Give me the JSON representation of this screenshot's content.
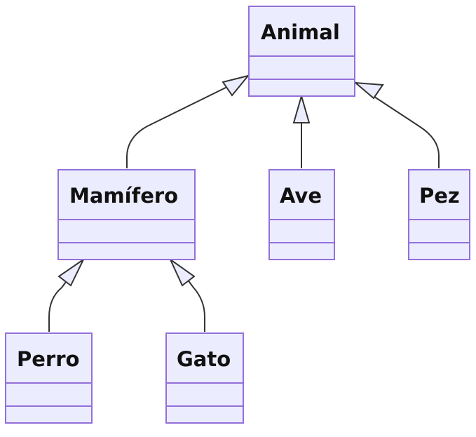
{
  "diagram": {
    "type": "class-inheritance",
    "classes": {
      "animal": "Animal",
      "mamifero": "Mamífero",
      "ave": "Ave",
      "pez": "Pez",
      "perro": "Perro",
      "gato": "Gato"
    },
    "relations": [
      {
        "from": "Mamífero",
        "to": "Animal",
        "kind": "inheritance"
      },
      {
        "from": "Ave",
        "to": "Animal",
        "kind": "inheritance"
      },
      {
        "from": "Pez",
        "to": "Animal",
        "kind": "inheritance"
      },
      {
        "from": "Perro",
        "to": "Mamífero",
        "kind": "inheritance"
      },
      {
        "from": "Gato",
        "to": "Mamífero",
        "kind": "inheritance"
      }
    ],
    "colors": {
      "box_fill": "#ECECFF",
      "box_stroke": "#9370DB",
      "edge": "#333333",
      "text": "#111111"
    }
  }
}
